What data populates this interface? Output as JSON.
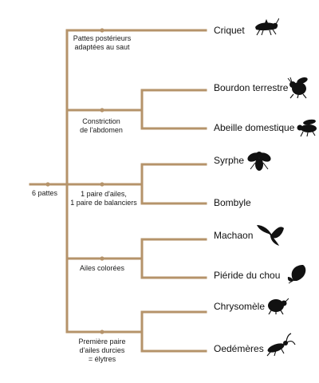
{
  "nodes": {
    "root": "6 pattes",
    "criquet_trait": [
      "Pattes postérieurs",
      "adaptées au saut"
    ],
    "hymenoptera_trait": [
      "Constriction",
      "de l'abdomen"
    ],
    "diptera_trait": [
      "1 paire d'ailes,",
      "1 paire de  balanciers"
    ],
    "lepidoptera_trait": [
      "Ailes colorées"
    ],
    "coleoptera_trait": [
      "Première paire",
      "d'ailes durcies",
      "= élytres"
    ]
  },
  "taxa": [
    {
      "name": "Criquet",
      "icon": "grasshopper-icon"
    },
    {
      "name": "Bourdon terrestre",
      "icon": "bumblebee-icon"
    },
    {
      "name": "Abeille domestique",
      "icon": "honeybee-icon"
    },
    {
      "name": "Syrphe",
      "icon": "hoverfly-icon"
    },
    {
      "name": "Bombyle",
      "icon": ""
    },
    {
      "name": "Machaon",
      "icon": "swallowtail-butterfly-icon"
    },
    {
      "name": "Piéride du chou",
      "icon": "cabbage-white-butterfly-icon"
    },
    {
      "name": "Chrysomèle",
      "icon": "leaf-beetle-icon"
    },
    {
      "name": "Oedémères",
      "icon": "longhorn-beetle-icon"
    }
  ],
  "colors": {
    "branch": "#b5936a",
    "text": "#111111",
    "silhouette": "#111111"
  }
}
